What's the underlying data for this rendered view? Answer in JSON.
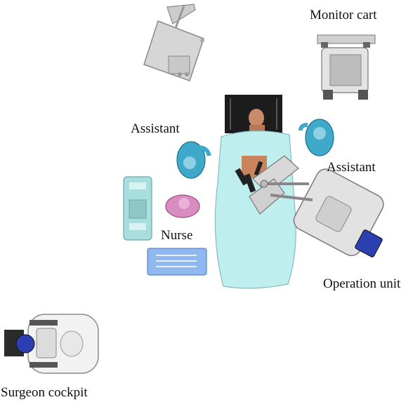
{
  "labels": {
    "monitor_cart": "Monitor cart",
    "assistant_left": "Assistant",
    "assistant_right": "Assistant",
    "nurse": "Nurse",
    "operation_unit": "Operation unit",
    "surgeon_cockpit": "Surgeon cockpit"
  },
  "colors": {
    "drape": "#bfeeee",
    "assistant": "#3fa9c9",
    "nurse": "#d98cc0",
    "instrument_table": "#8fb8f0",
    "mayo_stand": "#a9dede",
    "equipment_gray": "#cfcfcf",
    "cockpit_blue": "#2b3fb0"
  }
}
